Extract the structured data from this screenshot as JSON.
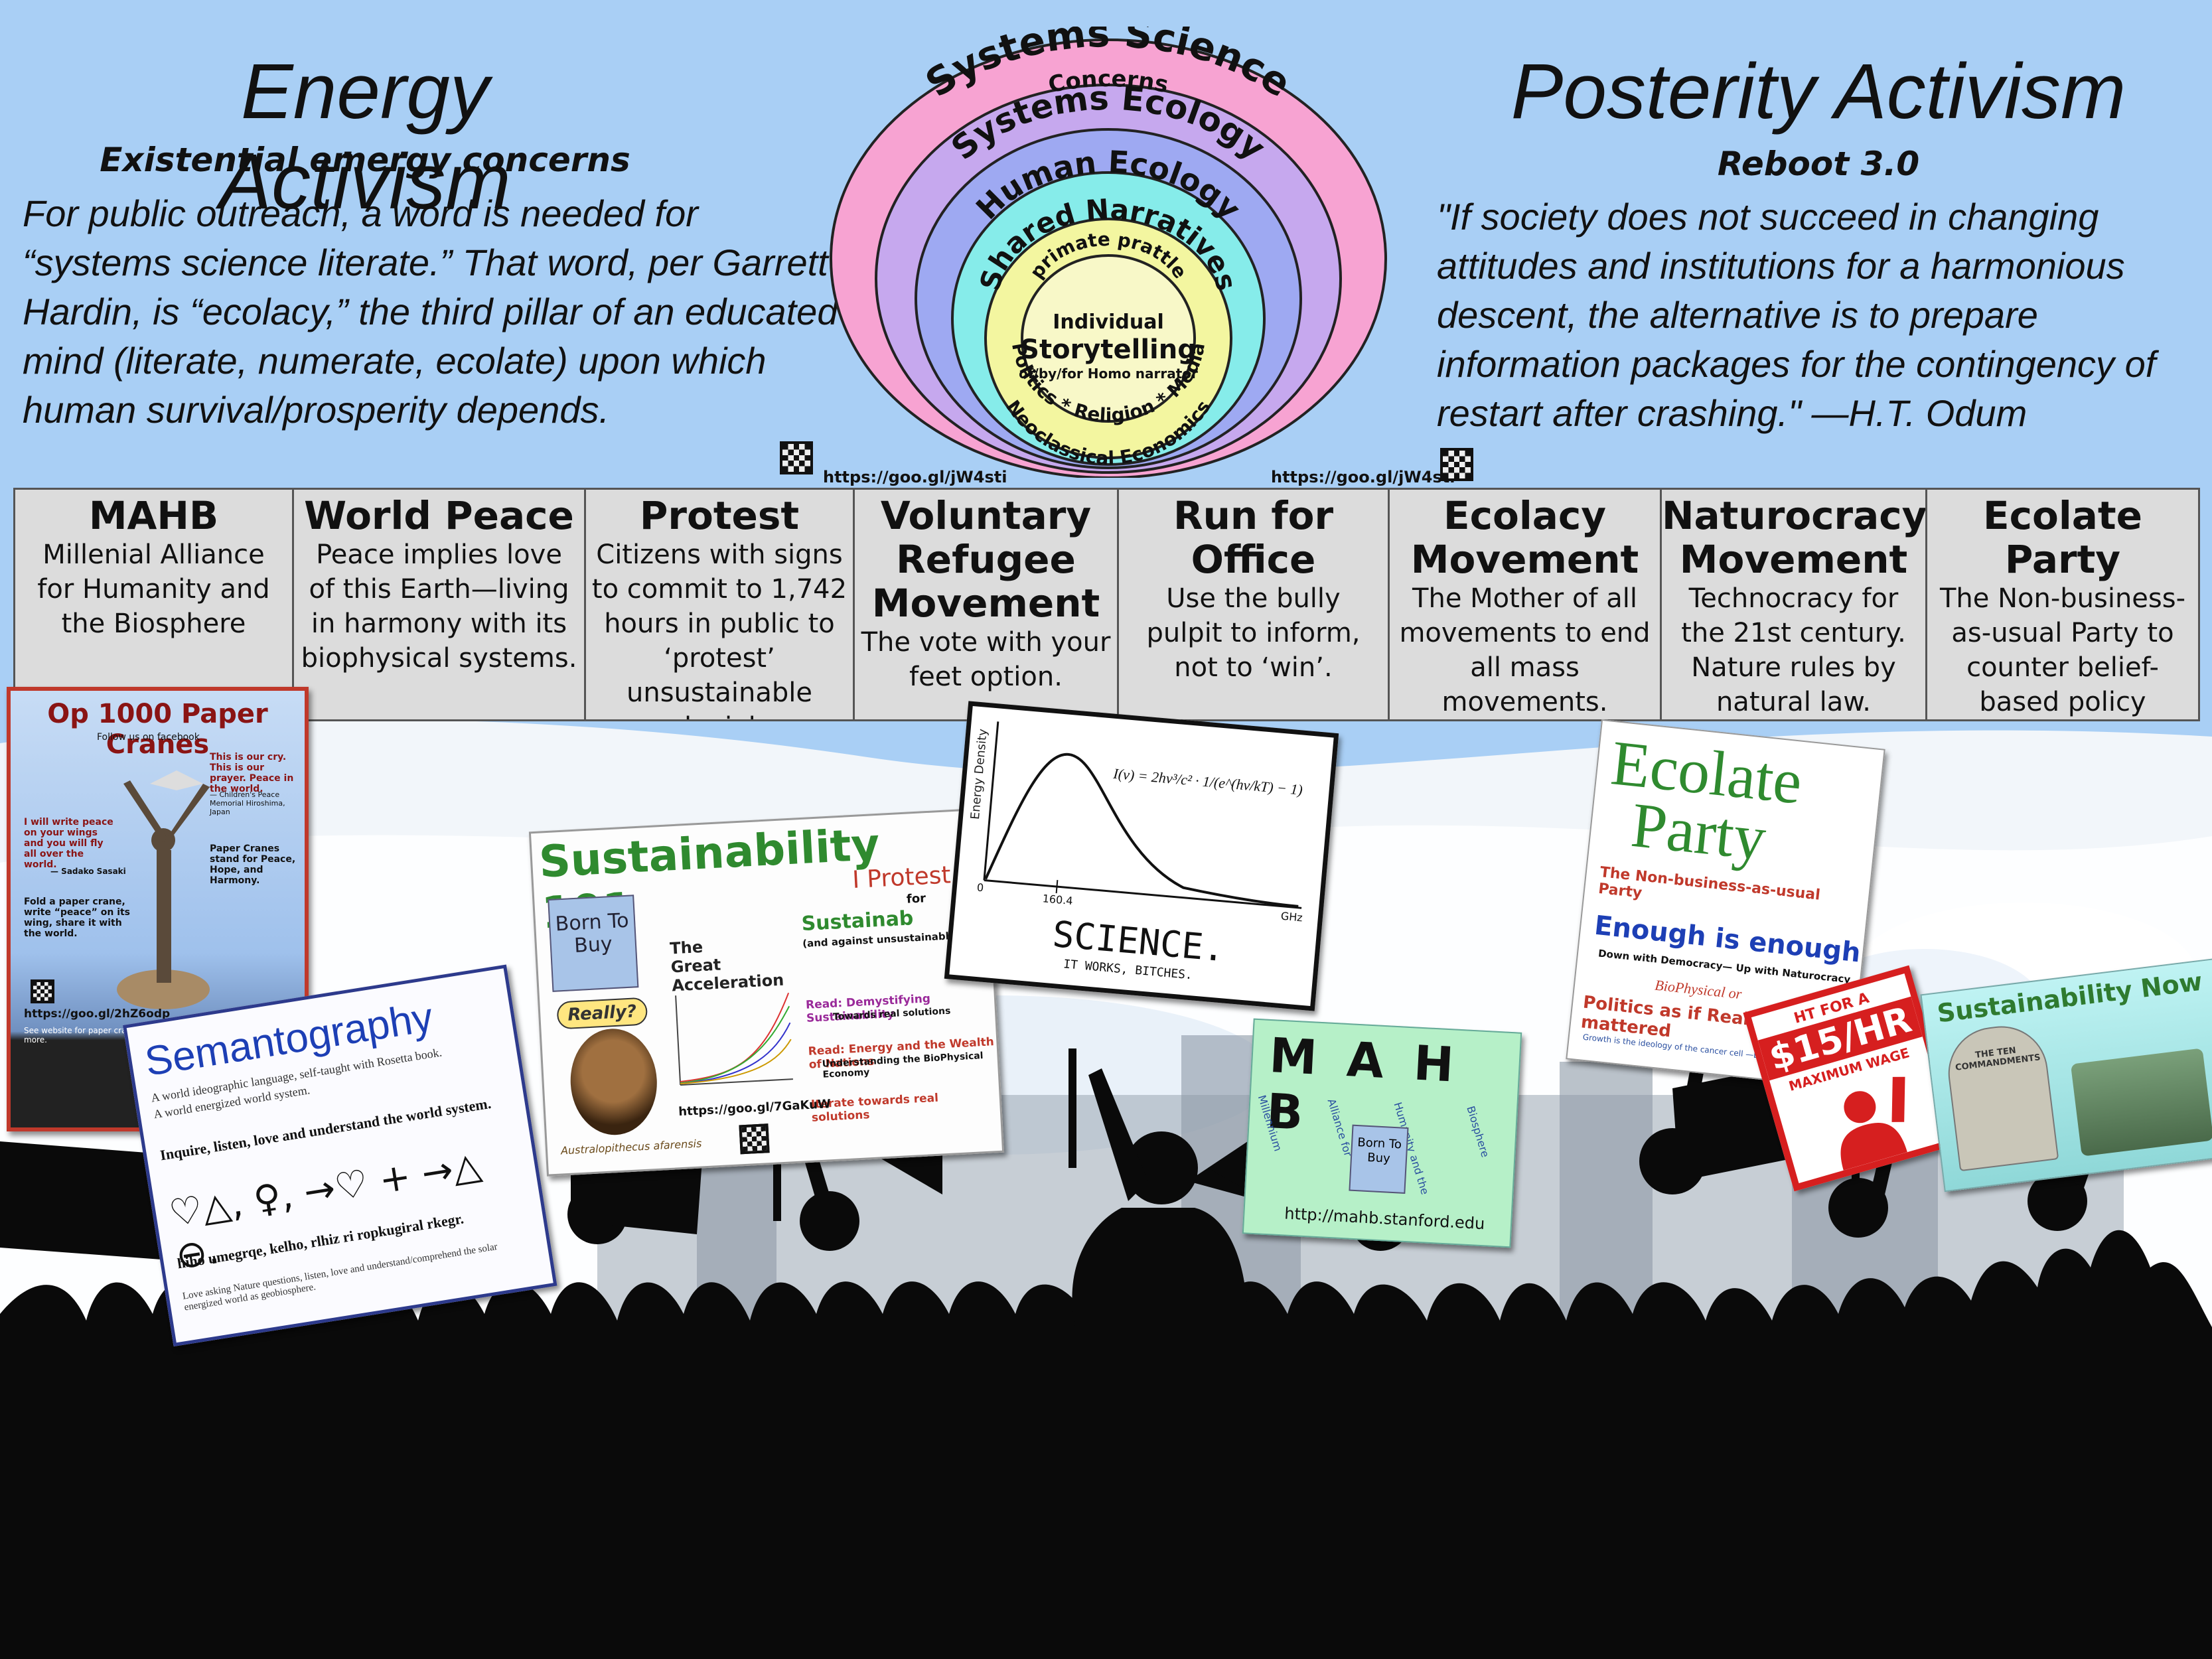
{
  "left": {
    "title": "Energy Activism",
    "subtitle": "Existential emergy concerns",
    "paragraph": "For public outreach, a word is needed for “systems science literate.” That word, per Garrett Hardin, is “ecolacy,” the third pillar of an educated mind (literate, numerate, ecolate) upon which human survival/prosperity depends.",
    "url": "https://goo.gl/jW4sti"
  },
  "right": {
    "title": "Posterity Activism",
    "subtitle": "Reboot 3.0",
    "paragraph": "\"If society does not succeed in changing attitudes and institutions for a harmonious descent, the alternative is to prepare information packages for the contingency of restart after crashing.\" —H.T. Odum",
    "url": "https://goo.gl/jW4sti"
  },
  "diagram": {
    "ring1_title": "Systems Science",
    "ring1_sub": "Concerns",
    "ring2": "Systems Ecology",
    "ring3": "Human Ecology",
    "ring4_title": "Shared Narratives",
    "ring4_sub": "primate prattle",
    "ring4_bottom": "Politics * Religion * Media",
    "ring3_bottom": "Neoclassical Economics",
    "core_top": "Individual",
    "core_main": "Storytelling",
    "core_sub": "of/by/for Homo narrator",
    "colors": {
      "ring1": "#f7a3d2",
      "ring2": "#c6a8ee",
      "ring3": "#9ea9f2",
      "ring4": "#86ecea",
      "core": "#f3f6a0",
      "center": "#f8f8c8"
    }
  },
  "table": [
    {
      "heading": "MAHB",
      "desc": "Millenial Alliance for Humanity and the Biosphere"
    },
    {
      "heading": "World Peace",
      "desc": "Peace implies love of this Earth—living in harmony with its biophysical systems."
    },
    {
      "heading": "Protest",
      "desc": "Citizens with signs to commit to 1,742 hours in public to ‘protest’ unsustainable denial."
    },
    {
      "heading": "Voluntary Refugee Movement",
      "desc": "The vote with your feet option."
    },
    {
      "heading": "Run for Office",
      "desc": "Use the bully pulpit to inform, not to ‘win’."
    },
    {
      "heading": "Ecolacy Movement",
      "desc": "The Mother of all movements to end all mass movements."
    },
    {
      "heading": "Naturocracy Movement",
      "desc": "Technocracy for the 21st century. Nature rules by natural law."
    },
    {
      "heading": "Ecolate Party",
      "desc": "The Non-business-as-usual Party to counter belief-based policy making."
    }
  ],
  "posters": {
    "cranes": {
      "title": "Op 1000 Paper Cranes",
      "follow": "Follow us on facebook",
      "quote1": "This is our cry. This is our prayer. Peace in the world.",
      "quote1_src": "— Children's Peace Memorial Hiroshima, Japan",
      "quote2": "I will write peace on your wings and you will fly all over the world.",
      "quote2_src": "— Sadako Sasaki",
      "stand": "Paper Cranes stand for Peace, Hope, and Harmony.",
      "fold": "Fold a paper crane, write “peace” on its wing, share it with the world.",
      "url": "https://goo.gl/2hZ6odp",
      "footer": "See website for paper crane folding instructions, Sadako's story, and more."
    },
    "semantography": {
      "title": "Semantography",
      "line1": "A world ideographic language, self-taught with Rosetta book.",
      "line2": "A world energized world system.",
      "line3": "Inquire, listen, love and understand the world system.",
      "symbols": "♡△, ♀, →♡ + →△ ⊖.",
      "line4": "hiho umegrqe, kelho, rlhiz ri ropkugiral rkegr.",
      "line5": "Love asking Nature questions, listen, love and understand/comprehend the solar energized world as geobiosphere."
    },
    "sustainability": {
      "title": "Sustainability 101",
      "box": "Born To Buy",
      "really": "Really?",
      "great": "The Great Acceleration",
      "protest": "I Protest",
      "for": "for",
      "sustainab": "Sustainab",
      "against": "(and against unsustainable de",
      "read1": "Read: Demystifying Sustainability",
      "read1b": "Towards real solutions",
      "read2": "Read: Energy and the Wealth of Nations",
      "read2b": "Understanding the BioPhysical Economy",
      "iterate": "Iterate towards real solutions",
      "url": "https://goo.gl/7GaKuW",
      "caption": "Australopithecus afarensis"
    },
    "science": {
      "formula": "I(ν) = 2hν³/c² · 1/(e^(hν/kT) − 1)",
      "ylabel": "Energy Density",
      "xlabel": "GHz",
      "word": "SCIENCE.",
      "tag": "IT WORKS, BITCHES.",
      "zero": "0",
      "tick": "160.4"
    },
    "mahb": {
      "title": "M A H B",
      "w1": "Millennium",
      "w2": "Alliance for",
      "w3": "Humanity and the",
      "w4": "Biosphere",
      "box": "Born To Buy",
      "url": "http://mahb.stanford.edu"
    },
    "ecolate": {
      "title1": "Ecolate",
      "title2": "Party",
      "sub": "The Non-business-as-usual Party",
      "enough": "Enough is enough",
      "down": "Down with Democracy— Up with Naturocracy",
      "bio": "BioPhysical or",
      "politics": "Politics as if Reality mattered",
      "growth": "Growth is the ideology of the cancer cell —Edward Abbey"
    },
    "wage": {
      "top": "HT FOR A",
      "amount": "$15/HR",
      "bottom": "MAXIMUM WAGE"
    },
    "commandments": {
      "title": "Sustainability Now",
      "sub": "THE TEN COMMANDMENTS"
    }
  }
}
